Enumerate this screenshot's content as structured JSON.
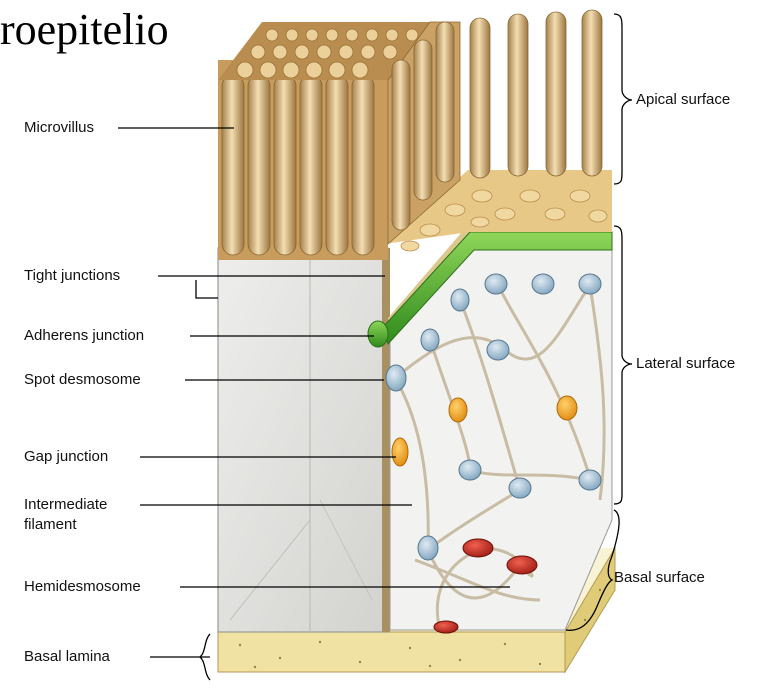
{
  "title": "roepitelio",
  "labels": {
    "microvillus": "Microvillus",
    "tight_junctions": "Tight junctions",
    "adherens_junction": "Adherens junction",
    "spot_desmosome": "Spot desmosome",
    "gap_junction": "Gap junction",
    "intermediate_filament_1": "Intermediate",
    "intermediate_filament_2": "filament",
    "hemidesmosome": "Hemidesmosome",
    "basal_lamina": "Basal lamina",
    "apical_surface": "Apical surface",
    "lateral_surface": "Lateral surface",
    "basal_surface": "Basal surface"
  },
  "colors": {
    "microvilli": "#d9b77e",
    "cell_face": "#e4e4e0",
    "tight_junction_band": "#4caf2e",
    "desmosome": "#8fb5cf",
    "gap_junction": "#f0a020",
    "hemidesmosome": "#c0302a",
    "basal_lamina": "#f0e4a0"
  }
}
